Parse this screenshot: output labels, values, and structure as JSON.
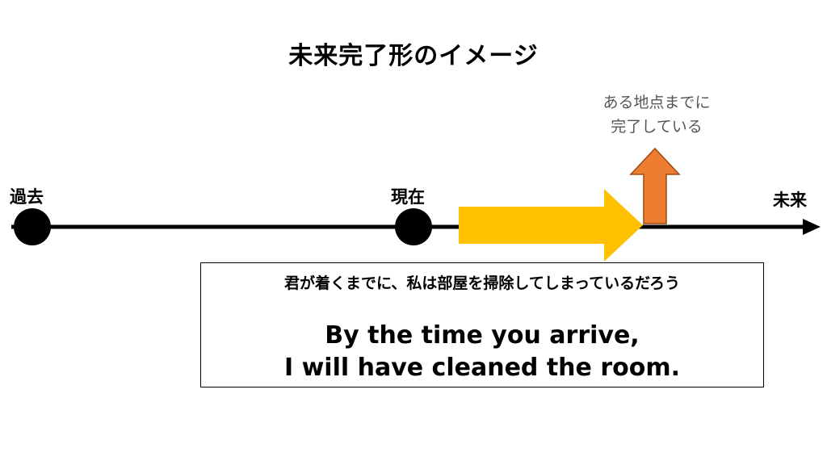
{
  "title": "未来完了形のイメージ",
  "timeline": {
    "past_label": "過去",
    "present_label": "現在",
    "future_label": "未来"
  },
  "note": {
    "line1": "ある地点までに",
    "line2": "完了している"
  },
  "example": {
    "japanese": "君が着くまでに、私は部屋を掃除してしまっているだろう",
    "english_line1": "By the time you arrive,",
    "english_line2": "I will have cleaned the room."
  },
  "colors": {
    "timeline": "#000000",
    "progress_arrow": "#FFC000",
    "completion_arrow": "#ED7D31",
    "completion_arrow_border": "#9C4A14",
    "note_text": "#555555"
  }
}
